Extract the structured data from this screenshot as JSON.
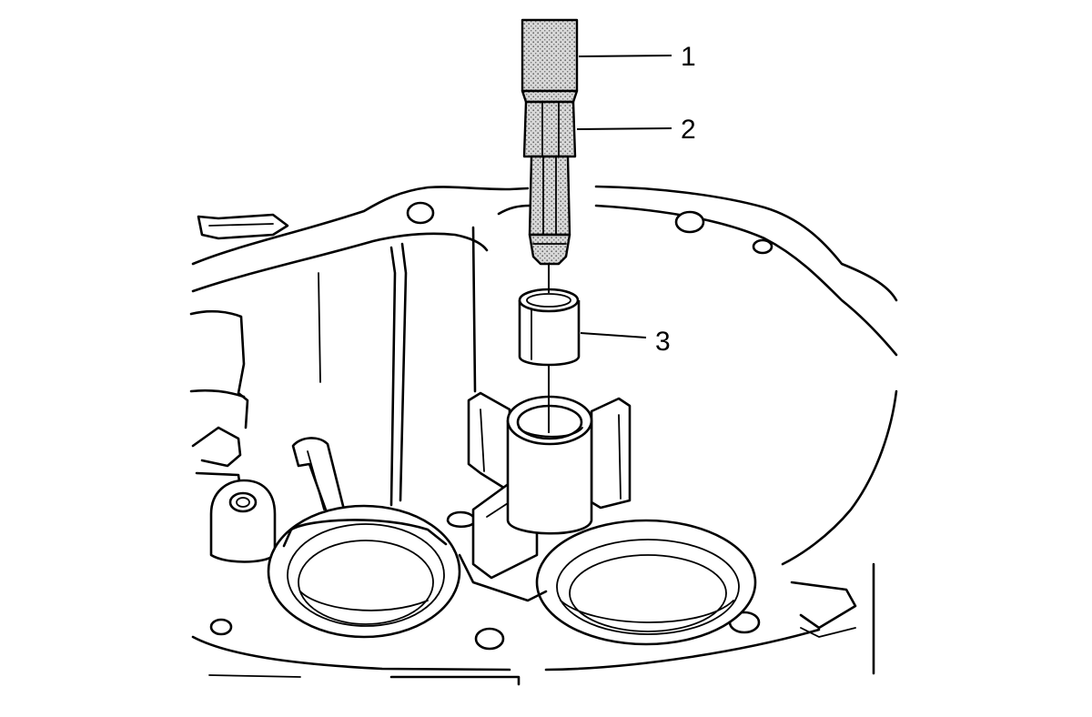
{
  "callouts": [
    {
      "label": "1"
    },
    {
      "label": "2"
    },
    {
      "label": "3"
    }
  ],
  "colors": {
    "ink": "#000000",
    "paper": "#ffffff",
    "stipple": "#bdbdbd"
  }
}
